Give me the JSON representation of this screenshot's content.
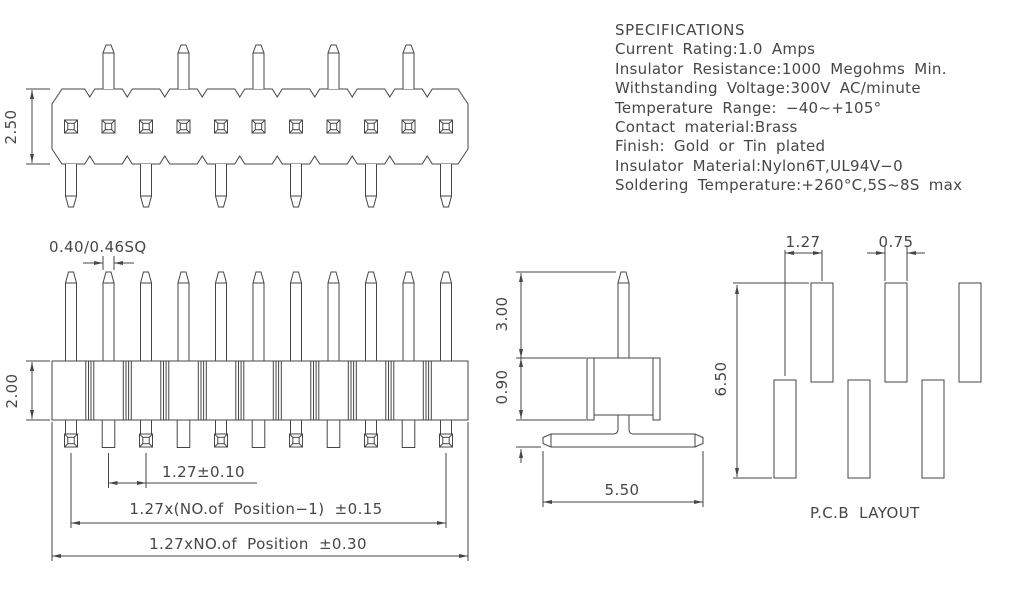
{
  "specifications": {
    "title": "SPECIFICATIONS",
    "lines": [
      "Current Rating:1.0 Amps",
      "Insulator Resistance:1000 Megohms Min.",
      "Withstanding Voltage:300V AC/minute",
      "Temperature Range: −40~+105°",
      "Contact material:Brass",
      "Finish: Gold or Tin plated",
      "Insulator Material:Nylon6T,UL94V−0",
      "Soldering Temperature:+260°C,5S~8S max"
    ]
  },
  "top_view": {
    "body_height": "2.50"
  },
  "front_view": {
    "pin_size": "0.40/0.46SQ",
    "body_height": "2.00",
    "pitch": "1.27±0.10",
    "span": "1.27x(NO.of Position−1) ±0.15",
    "total": "1.27xNO.of Position ±0.30"
  },
  "side_view": {
    "pin_height": "3.00",
    "body_height": "0.90",
    "leg_span": "5.50"
  },
  "pcb_layout": {
    "title": "P.C.B LAYOUT",
    "pad_pitch": "1.27",
    "pad_width": "0.75",
    "row_span": "6.50"
  },
  "colors": {
    "line": "#464646",
    "text": "#464646",
    "background": "#ffffff"
  }
}
